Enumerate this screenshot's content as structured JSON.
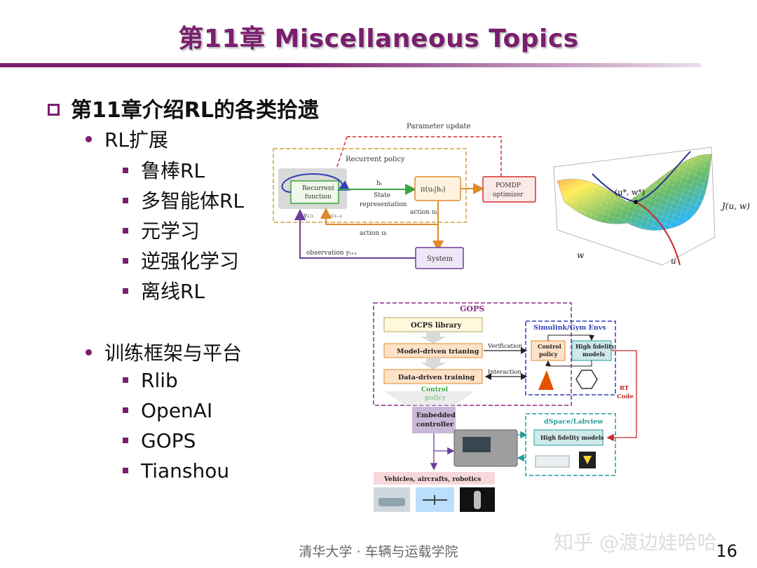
{
  "slide": {
    "title": "第11章 Miscellaneous Topics",
    "heading": "第11章介绍RL的各类拾遗",
    "section1": {
      "label": "RL扩展",
      "items": [
        "鲁棒RL",
        "多智能体RL",
        "元学习",
        "逆强化学习",
        "离线RL"
      ]
    },
    "section2": {
      "label": "训练框架与平台",
      "items": [
        "Rlib",
        "OpenAI",
        "GOPS",
        "Tianshou"
      ]
    },
    "footer": "清华大学 · 车辆与运载学院",
    "page_number": "16",
    "watermark": "知乎 @渡边娃哈哈"
  },
  "diagram_rl": {
    "parameter_update": "Parameter update",
    "recurrent_policy": "Recurrent policy",
    "recurrent_function": "Recurrent",
    "recurrent_function2": "function",
    "h_t": "hₜ",
    "state": "State",
    "representation": "representation",
    "pi": "π(uₜ|hₜ)",
    "pomdp": "POMDP",
    "optimizer": "optimizer",
    "y_1t": "y₁:ₜ",
    "u_0t": "u₀:ₜ₋₁",
    "action_ut_right": "action uₜ",
    "action_ut": "action uₜ",
    "observation": "observation yₜ₊₁",
    "system": "System"
  },
  "diagram_surface": {
    "point": "(u*, w*)",
    "j_label": "J(u, w)",
    "w_label": "w",
    "u_label": "u"
  },
  "diagram_gops": {
    "gops": "GOPS",
    "ocps": "OCPS library",
    "model_driven": "Model-driven trianing",
    "data_driven": "Data-driven training",
    "verification": "Verification",
    "interaction": "Interaction",
    "simulink": "Simulink/Gym Envs",
    "control_policy_box": "Control",
    "control_policy_box2": "policy",
    "high_fidelity": "High fidelity",
    "high_fidelity2": "models",
    "control_policy_text": "Control",
    "control_policy_text2": "policy",
    "embedded": "Embedded",
    "embedded2": "controller",
    "rt": "RT",
    "code": "Code",
    "dspace": "dSpace/Labview",
    "hf_models": "High fidelity models",
    "vehicles": "Vehicles, aircrafts, robotics"
  },
  "colors": {
    "accent": "#7a1e6e",
    "orange": "#e08a2c",
    "green": "#3aa640",
    "blue": "#2f3fb8",
    "purple_dash": "#8c2a86",
    "teal": "#2a9a9a",
    "red": "#c62828"
  }
}
